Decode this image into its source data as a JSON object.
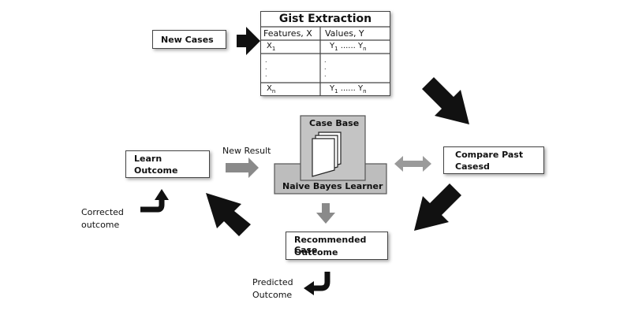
{
  "new_cases": "New Cases",
  "gist": {
    "title": "Gist Extraction",
    "col_features": "Features, X",
    "col_values": "Values, Y",
    "x1": "X",
    "x1_sub": "1",
    "y_row1_a": "Y",
    "y_row1_a_sub": "1",
    "y_row1_dots": "......",
    "y_row1_b": "Y",
    "y_row1_b_sub": "n",
    "xn": "X",
    "xn_sub": "n",
    "y_rown_a": "Y",
    "y_rown_a_sub": "1",
    "y_rown_dots": "......",
    "y_rown_b": "Y",
    "y_rown_b_sub": "n"
  },
  "case_base": "Case Base",
  "naive_bayes": "Naive Bayes Learner",
  "compare": {
    "line1": "Compare Past",
    "line2": "Casesd"
  },
  "learn": {
    "line1": "Learn",
    "line2": "Outcome"
  },
  "new_result": "New Result",
  "recommended": {
    "line1": "Recommended Case",
    "line2": "Outcome"
  },
  "corrected": {
    "line1": "Corrected",
    "line2": "outcome"
  },
  "predicted": {
    "line1": "Predicted",
    "line2": "Outcome"
  }
}
